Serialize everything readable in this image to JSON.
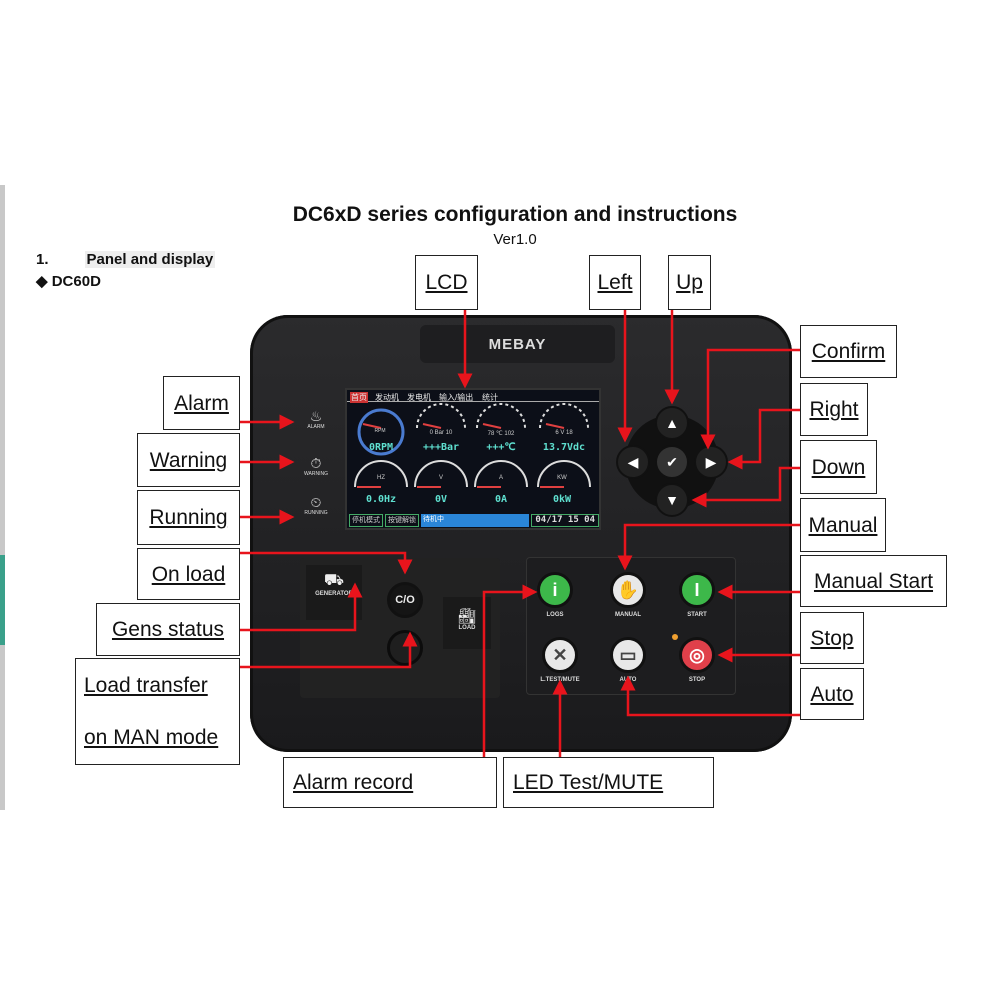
{
  "document": {
    "title": "DC6xD series configuration and instructions",
    "version": "Ver1.0",
    "section_number": "1.",
    "section_title": "Panel and display",
    "model_bullet": "◆",
    "model": "DC60D"
  },
  "device": {
    "brand": "MEBAY",
    "lcd": {
      "tabs": [
        "首页",
        "发动机",
        "发电机",
        "输入/输出",
        "统计"
      ],
      "gauges_top": [
        {
          "readout": "0RPM",
          "unit": "RPM"
        },
        {
          "readout": "+++Bar",
          "scale": "0 Bar 10"
        },
        {
          "readout": "+++℃",
          "scale": "78 ℃ 102"
        },
        {
          "readout": "13.7Vdc",
          "scale": "6 V 18"
        }
      ],
      "gauges_bottom": [
        {
          "readout": "0.0Hz",
          "unit": "HZ"
        },
        {
          "readout": "0V",
          "unit": "V"
        },
        {
          "readout": "0A",
          "unit": "A"
        },
        {
          "readout": "0kW",
          "unit": "KW"
        }
      ],
      "status": [
        "停机模式",
        "按键解锁",
        "待机中"
      ],
      "clock": "04/17 15 04"
    },
    "indicators": [
      {
        "label": "ALARM",
        "icon": "alarm-bell-icon"
      },
      {
        "label": "WARNING",
        "icon": "warning-icon"
      },
      {
        "label": "RUNNING",
        "icon": "running-icon"
      }
    ],
    "co_button": "C/O",
    "generator_label": "GENERATOR",
    "load_label": "LOAD",
    "buttons": [
      {
        "label": "LOGS",
        "glyph": "i",
        "color": "#3db84a"
      },
      {
        "label": "MANUAL",
        "glyph": "✋",
        "color": "#e8e8e8"
      },
      {
        "label": "START",
        "glyph": "I",
        "color": "#3db84a"
      },
      {
        "label": "L.TEST/MUTE",
        "glyph": "✕",
        "color": "#e8e8e8"
      },
      {
        "label": "AUTO",
        "glyph": "▭",
        "color": "#e8e8e8"
      },
      {
        "label": "STOP",
        "glyph": "◎",
        "color": "#e0404a"
      }
    ],
    "nav": {
      "up": "▲",
      "down": "▼",
      "left": "◀",
      "right": "▶",
      "confirm": "✔"
    }
  },
  "callouts": {
    "lcd": "LCD",
    "left": "Left",
    "up": "Up",
    "confirm": "Confirm",
    "right": "Right",
    "down": "Down",
    "manual": "Manual",
    "manual_start": "Manual Start",
    "stop": "Stop",
    "auto": "Auto",
    "alarm": "Alarm",
    "warning": "Warning",
    "running": "Running",
    "on_load": "On load",
    "gens_status": "Gens status",
    "load_transfer_1": "Load transfer",
    "load_transfer_2": "on MAN mode",
    "alarm_record": "Alarm record",
    "led_test": "LED Test/MUTE"
  },
  "colors": {
    "arrow": "#e8141c",
    "accent_lcd": "#5fe0d0"
  }
}
